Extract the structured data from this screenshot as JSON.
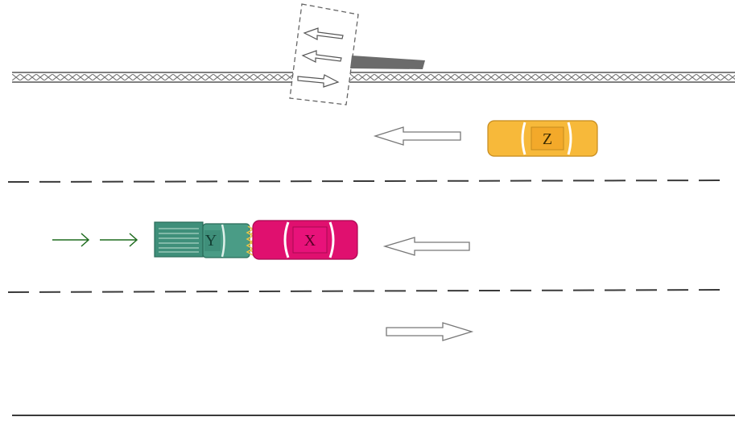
{
  "vehicles": {
    "x": {
      "label": "X",
      "color": "#e0106f",
      "dark": "#a80a52"
    },
    "y": {
      "label": "Y",
      "color": "#3f8f7a",
      "dark": "#2a6b59"
    },
    "z": {
      "label": "Z",
      "color": "#f7b93a",
      "dark": "#d38f18"
    }
  },
  "colors": {
    "lane_line": "#3a3a3a",
    "barrier": "#9a9a9a",
    "sign_post": "#6b6b6b",
    "flow_arrow": "#8a8a8a",
    "travel_arrow": "#1f6b1f",
    "impact": "#e8c64a"
  },
  "icons": {
    "flow_left": "hollow-arrow-left",
    "flow_right": "hollow-arrow-right",
    "travel": "green-arrow-right",
    "sign": "dashed-sign-with-arrows"
  }
}
